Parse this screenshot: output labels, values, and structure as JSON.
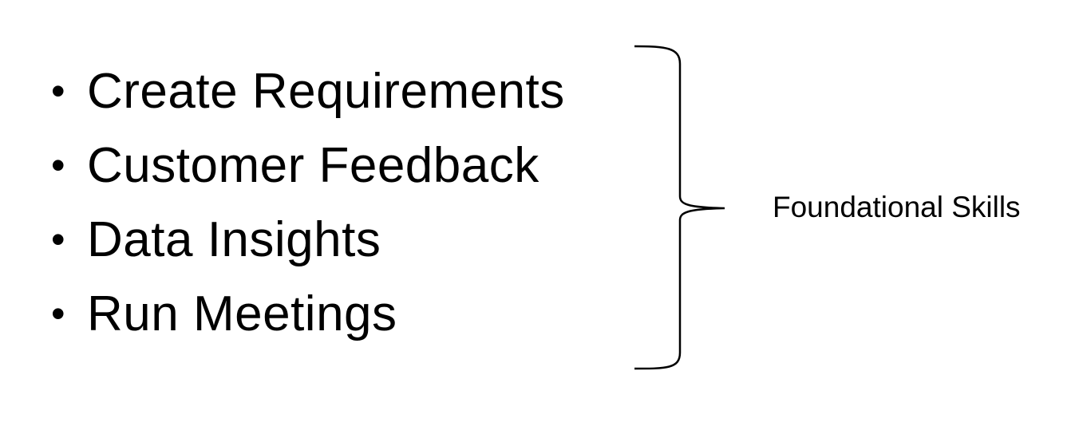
{
  "page": {
    "background_color": "#ffffff",
    "text_color": "#000000"
  },
  "list": {
    "bullet_glyph": "•",
    "items": [
      {
        "label": "Create Requirements"
      },
      {
        "label": "Customer Feedback"
      },
      {
        "label": "Data Insights"
      },
      {
        "label": "Run Meetings"
      }
    ]
  },
  "brace": {
    "label": "Foundational Skills",
    "stroke_color": "#000000"
  }
}
